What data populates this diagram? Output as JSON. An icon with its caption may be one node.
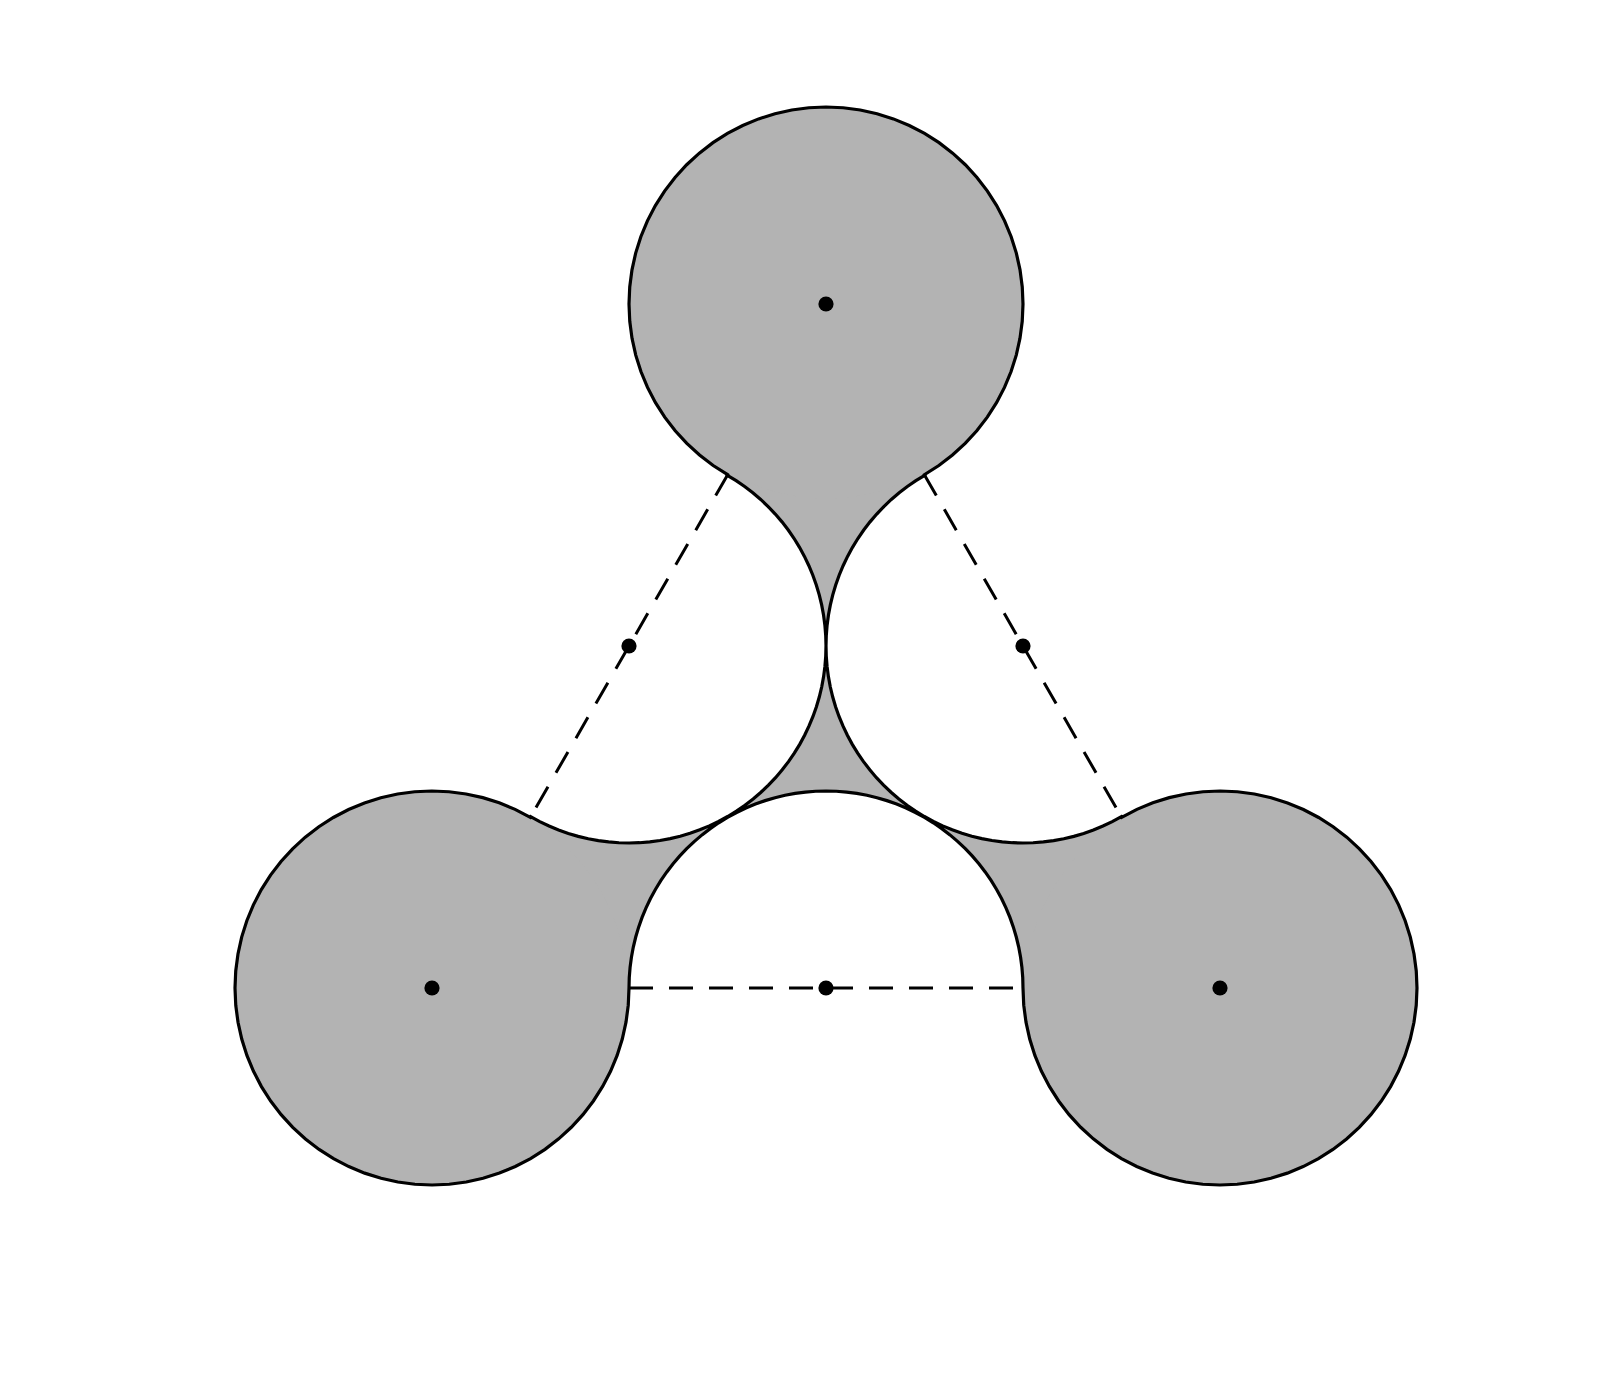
{
  "diagram": {
    "nodes": [
      {
        "text": [],
        "shape": "circle"
      },
      {
        "text": [],
        "shape": "circle"
      },
      {
        "text": [],
        "shape": "circle"
      }
    ],
    "edges": [
      {
        "from": 0,
        "to": 1,
        "arrow": "none",
        "style": "dashed"
      },
      {
        "from": 0,
        "to": 2,
        "arrow": "none",
        "style": "dashed"
      },
      {
        "from": 1,
        "to": 2,
        "arrow": "none",
        "style": "dashed"
      }
    ]
  }
}
